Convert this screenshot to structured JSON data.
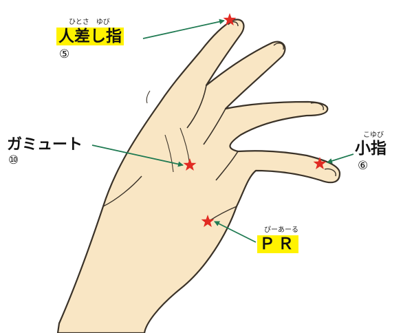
{
  "colors": {
    "skin": "#f9e6c4",
    "outline": "#3a3228",
    "arrow": "#1f7a52",
    "star": "#e12b23",
    "highlight": "#fff200"
  },
  "labels": {
    "index_finger": {
      "ruby": "ひとさ　ゆび",
      "text": "人差し指",
      "number": "⑤",
      "highlighted": true
    },
    "little_finger": {
      "ruby": "こゆび",
      "text": "小指",
      "number": "⑥",
      "highlighted": false
    },
    "gamut": {
      "text": "ガミュート",
      "number": "⑩",
      "highlighted": false
    },
    "pr": {
      "ruby": "ぴーあーる",
      "text": "ＰＲ",
      "highlighted": true
    }
  },
  "points": [
    {
      "name": "index-finger-point",
      "icon": "star-icon"
    },
    {
      "name": "little-finger-point",
      "icon": "star-icon"
    },
    {
      "name": "gamut-point",
      "icon": "star-icon"
    },
    {
      "name": "pr-point",
      "icon": "star-icon"
    }
  ]
}
